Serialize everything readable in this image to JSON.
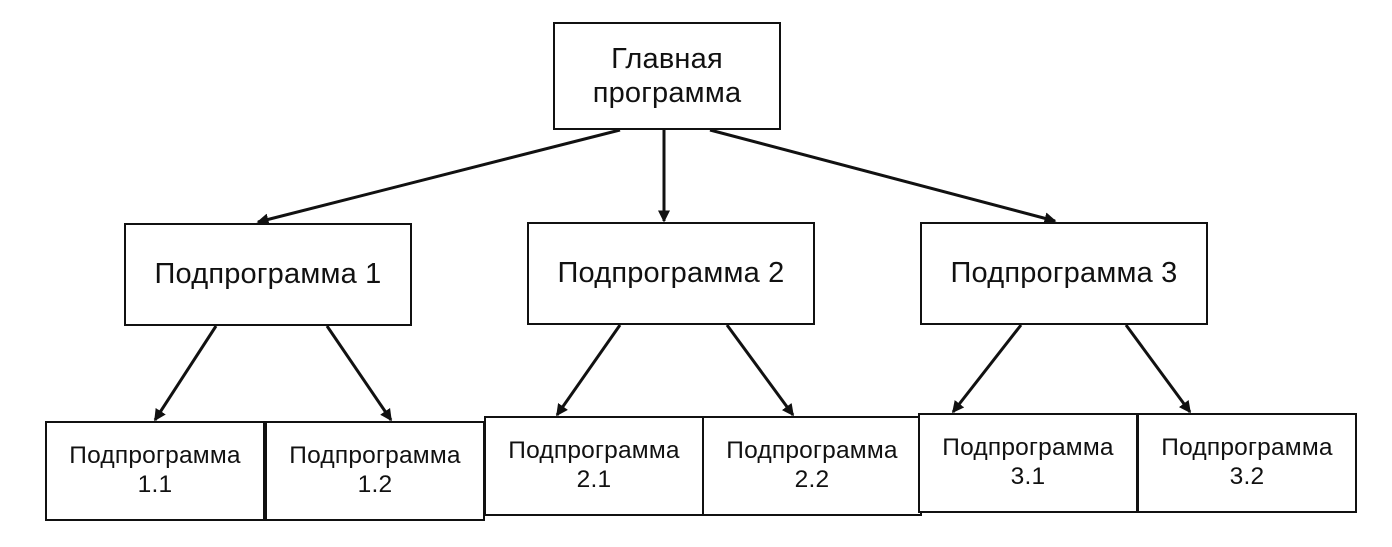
{
  "diagram": {
    "root": {
      "line1": "Главная",
      "line2": "программа"
    },
    "subprograms": [
      {
        "label": "Подпрограмма 1",
        "children": [
          {
            "line1": "Подпрограмма",
            "line2": "1.1"
          },
          {
            "line1": "Подпрограмма",
            "line2": "1.2"
          }
        ]
      },
      {
        "label": "Подпрограмма 2",
        "children": [
          {
            "line1": "Подпрограмма",
            "line2": "2.1"
          },
          {
            "line1": "Подпрограмма",
            "line2": "2.2"
          }
        ]
      },
      {
        "label": "Подпрограмма 3",
        "children": [
          {
            "line1": "Подпрограмма",
            "line2": "3.1"
          },
          {
            "line1": "Подпрограмма",
            "line2": "3.2"
          }
        ]
      }
    ],
    "edges": [
      {
        "from": "root",
        "to": "subprogram-1"
      },
      {
        "from": "root",
        "to": "subprogram-2"
      },
      {
        "from": "root",
        "to": "subprogram-3"
      },
      {
        "from": "subprogram-1",
        "to": "subprogram-1-1"
      },
      {
        "from": "subprogram-1",
        "to": "subprogram-1-2"
      },
      {
        "from": "subprogram-2",
        "to": "subprogram-2-1"
      },
      {
        "from": "subprogram-2",
        "to": "subprogram-2-2"
      },
      {
        "from": "subprogram-3",
        "to": "subprogram-3-1"
      },
      {
        "from": "subprogram-3",
        "to": "subprogram-3-2"
      }
    ],
    "colors": {
      "stroke": "#111111",
      "background": "#ffffff",
      "text": "#111111"
    }
  }
}
